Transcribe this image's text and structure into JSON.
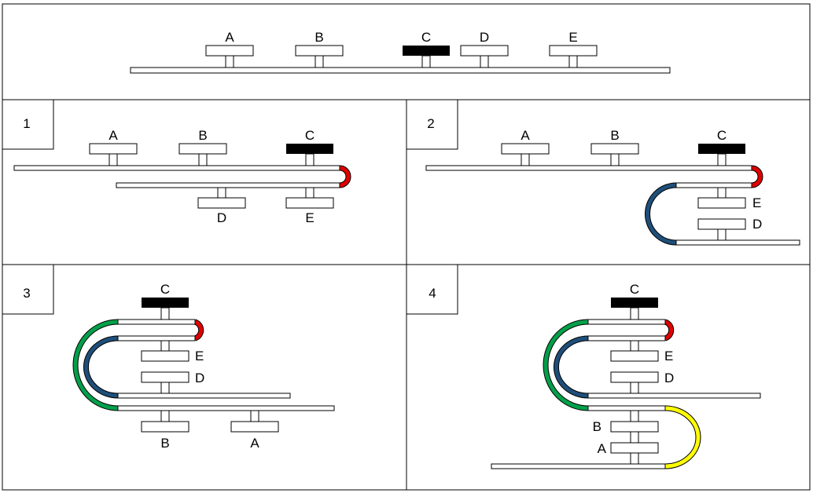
{
  "colors": {
    "loop_red": "#e00000",
    "loop_blue": "#1f4e79",
    "loop_green": "#00a04a",
    "loop_yellow": "#ffff00",
    "block_black": "#000000"
  },
  "top": {
    "labels": {
      "A": "A",
      "B": "B",
      "C": "C",
      "D": "D",
      "E": "E"
    }
  },
  "panels": [
    {
      "number": "1",
      "labels": {
        "A": "A",
        "B": "B",
        "C": "C",
        "D": "D",
        "E": "E"
      }
    },
    {
      "number": "2",
      "labels": {
        "A": "A",
        "B": "B",
        "C": "C",
        "D": "D",
        "E": "E"
      }
    },
    {
      "number": "3",
      "labels": {
        "A": "A",
        "B": "B",
        "C": "C",
        "D": "D",
        "E": "E"
      }
    },
    {
      "number": "4",
      "labels": {
        "A": "A",
        "B": "B",
        "C": "C",
        "D": "D",
        "E": "E"
      }
    }
  ]
}
